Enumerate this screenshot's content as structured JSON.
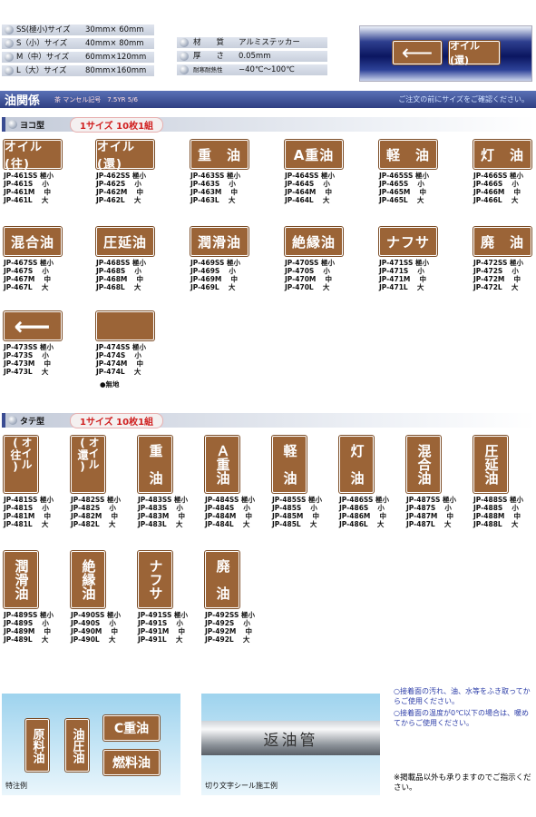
{
  "sizes": [
    {
      "label": "SS(極小)サイズ",
      "value": "30mm× 60mm"
    },
    {
      "label": "S（小）サイズ",
      "value": "40mm× 80mm"
    },
    {
      "label": "M（中）サイズ",
      "value": "60mm×120mm"
    },
    {
      "label": "L（大）サイズ",
      "value": "80mm×160mm"
    }
  ],
  "specs": [
    {
      "k": "材　　質",
      "v": "アルミステッカー"
    },
    {
      "k": "厚　　さ",
      "v": "0.05mm"
    },
    {
      "k": "耐寒耐熱性",
      "v": "−40℃〜100℃"
    }
  ],
  "hero": {
    "arrow": "⟵",
    "label": "オイル(還)"
  },
  "header": {
    "title": "油関係",
    "sub": "茶 マンセル記号　7.5YR 5/6",
    "right": "ご注文の前にサイズをご確認ください。"
  },
  "yoko": {
    "title": "ヨコ型",
    "pill": "1サイズ 10枚1組"
  },
  "tate": {
    "title": "タテ型",
    "pill": "1サイズ 10枚1組"
  },
  "hplates": [
    {
      "label": "オイル(往)",
      "codes": "JP-461SS 極小\nJP-461S　 小\nJP-461M　 中\nJP-461L　 大"
    },
    {
      "label": "オイル(還)",
      "codes": "JP-462SS 極小\nJP-462S　 小\nJP-462M　 中\nJP-462L　 大"
    },
    {
      "label": "重　油",
      "codes": "JP-463SS 極小\nJP-463S　 小\nJP-463M　 中\nJP-463L　 大"
    },
    {
      "label": "A重油",
      "codes": "JP-464SS 極小\nJP-464S　 小\nJP-464M　 中\nJP-464L　 大"
    },
    {
      "label": "軽　油",
      "codes": "JP-465SS 極小\nJP-465S　 小\nJP-465M　 中\nJP-465L　 大"
    },
    {
      "label": "灯　油",
      "codes": "JP-466SS 極小\nJP-466S　 小\nJP-466M　 中\nJP-466L　 大"
    },
    {
      "label": "混合油",
      "codes": "JP-467SS 極小\nJP-467S　 小\nJP-467M　 中\nJP-467L　 大"
    },
    {
      "label": "圧延油",
      "codes": "JP-468SS 極小\nJP-468S　 小\nJP-468M　 中\nJP-468L　 大"
    },
    {
      "label": "潤滑油",
      "codes": "JP-469SS 極小\nJP-469S　 小\nJP-469M　 中\nJP-469L　 大"
    },
    {
      "label": "絶縁油",
      "codes": "JP-470SS 極小\nJP-470S　 小\nJP-470M　 中\nJP-470L　 大"
    },
    {
      "label": "ナフサ",
      "codes": "JP-471SS 極小\nJP-471S　 小\nJP-471M　 中\nJP-471L　 大"
    },
    {
      "label": "廃　油",
      "codes": "JP-472SS 極小\nJP-472S　 小\nJP-472M　 中\nJP-472L　 大"
    },
    {
      "label": "⟵",
      "codes": "JP-473SS 極小\nJP-473S　 小\nJP-473M　 中\nJP-473L　 大"
    },
    {
      "label": "",
      "codes": "JP-474SS 極小\nJP-474S　 小\nJP-474M　 中\nJP-474L　 大"
    }
  ],
  "plain_note": "●無地",
  "vplates": [
    {
      "label": "オイル(往)",
      "codes": "JP-481SS 極小\nJP-481S　 小\nJP-481M　 中\nJP-481L　 大"
    },
    {
      "label": "オイル(還)",
      "codes": "JP-482SS 極小\nJP-482S　 小\nJP-482M　 中\nJP-482L　 大"
    },
    {
      "label": "重　油",
      "codes": "JP-483SS 極小\nJP-483S　 小\nJP-483M　 中\nJP-483L　 大"
    },
    {
      "label": "Ａ重油",
      "codes": "JP-484SS 極小\nJP-484S　 小\nJP-484M　 中\nJP-484L　 大"
    },
    {
      "label": "軽　油",
      "codes": "JP-485SS 極小\nJP-485S　 小\nJP-485M　 中\nJP-485L　 大"
    },
    {
      "label": "灯　油",
      "codes": "JP-486SS 極小\nJP-486S　 小\nJP-486M　 中\nJP-486L　 大"
    },
    {
      "label": "混合油",
      "codes": "JP-487SS 極小\nJP-487S　 小\nJP-487M　 中\nJP-487L　 大"
    },
    {
      "label": "圧延油",
      "codes": "JP-488SS 極小\nJP-488S　 小\nJP-488M　 中\nJP-488L　 大"
    },
    {
      "label": "潤滑油",
      "codes": "JP-489SS 極小\nJP-489S　 小\nJP-489M　 中\nJP-489L　 大"
    },
    {
      "label": "絶縁油",
      "codes": "JP-490SS 極小\nJP-490S　 小\nJP-490M　 中\nJP-490L　 大"
    },
    {
      "label": "ナフサ",
      "codes": "JP-491SS 極小\nJP-491S　 小\nJP-491M　 中\nJP-491L　 大"
    },
    {
      "label": "廃　油",
      "codes": "JP-492SS 極小\nJP-492S　 小\nJP-492M　 中\nJP-492L　 大"
    }
  ],
  "examples": {
    "left_caption": "特注例",
    "mid_caption": "切り文字シール施工例",
    "pipe": "返油管",
    "v1": "原料油",
    "v2": "油圧油",
    "h1": "C重油",
    "h2": "燃料油"
  },
  "notes": [
    "○接着面の汚れ、油、水等をふき取ってからご使用ください。",
    "○接着面の温度が0℃以下の場合は、暖めてからご使用ください。",
    "※掲載品以外も承りますのでご指示ください。"
  ]
}
